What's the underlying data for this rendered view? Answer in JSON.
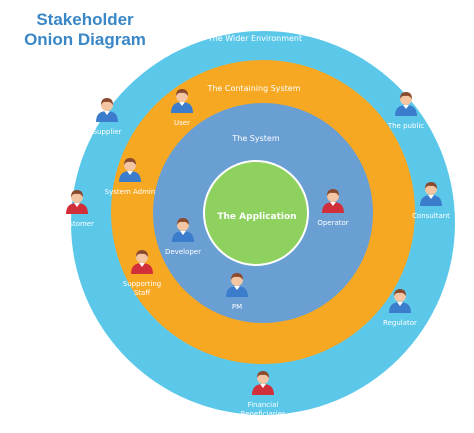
{
  "title": {
    "line1": "Stakeholder",
    "line2": "Onion Diagram"
  },
  "colors": {
    "outer": "#5bc8ea",
    "containing": "#f7a823",
    "system": "#6a9fd4",
    "application": "#8ed15e",
    "title": "#3a87c7",
    "person_blue": "#3b7dcc",
    "person_red": "#d12f3a",
    "skin": "#f3c5a2",
    "hair": "#8a4a2e"
  },
  "layers": {
    "outer": "The Wider Environment",
    "containing": "The Containing System",
    "system": "The System",
    "application": "The Application"
  },
  "stakeholders": [
    {
      "id": "supplier",
      "label_lines": [
        "Supplier"
      ],
      "color": "blue",
      "icon": "person-icon"
    },
    {
      "id": "user",
      "label_lines": [
        "User"
      ],
      "color": "blue",
      "icon": "person-icon"
    },
    {
      "id": "the-public",
      "label_lines": [
        "The public"
      ],
      "color": "blue",
      "icon": "person-icon"
    },
    {
      "id": "system-admin",
      "label_lines": [
        "System Admin"
      ],
      "color": "blue",
      "icon": "person-icon"
    },
    {
      "id": "customer",
      "label_lines": [
        "Customer"
      ],
      "color": "red",
      "icon": "person-icon"
    },
    {
      "id": "operator",
      "label_lines": [
        "Operator"
      ],
      "color": "red",
      "icon": "person-icon"
    },
    {
      "id": "consultant",
      "label_lines": [
        "Consultant"
      ],
      "color": "blue",
      "icon": "person-icon"
    },
    {
      "id": "developer",
      "label_lines": [
        "Developer"
      ],
      "color": "blue",
      "icon": "person-icon"
    },
    {
      "id": "supporting-staff",
      "label_lines": [
        "Supporting",
        "Staff"
      ],
      "color": "red",
      "icon": "person-icon"
    },
    {
      "id": "pm",
      "label_lines": [
        "PM"
      ],
      "color": "blue",
      "icon": "person-icon"
    },
    {
      "id": "regulator",
      "label_lines": [
        "Regulator"
      ],
      "color": "blue",
      "icon": "person-icon"
    },
    {
      "id": "financial-beneficiaries",
      "label_lines": [
        "Financial",
        "Beneficiaries"
      ],
      "color": "red",
      "icon": "person-icon"
    }
  ]
}
